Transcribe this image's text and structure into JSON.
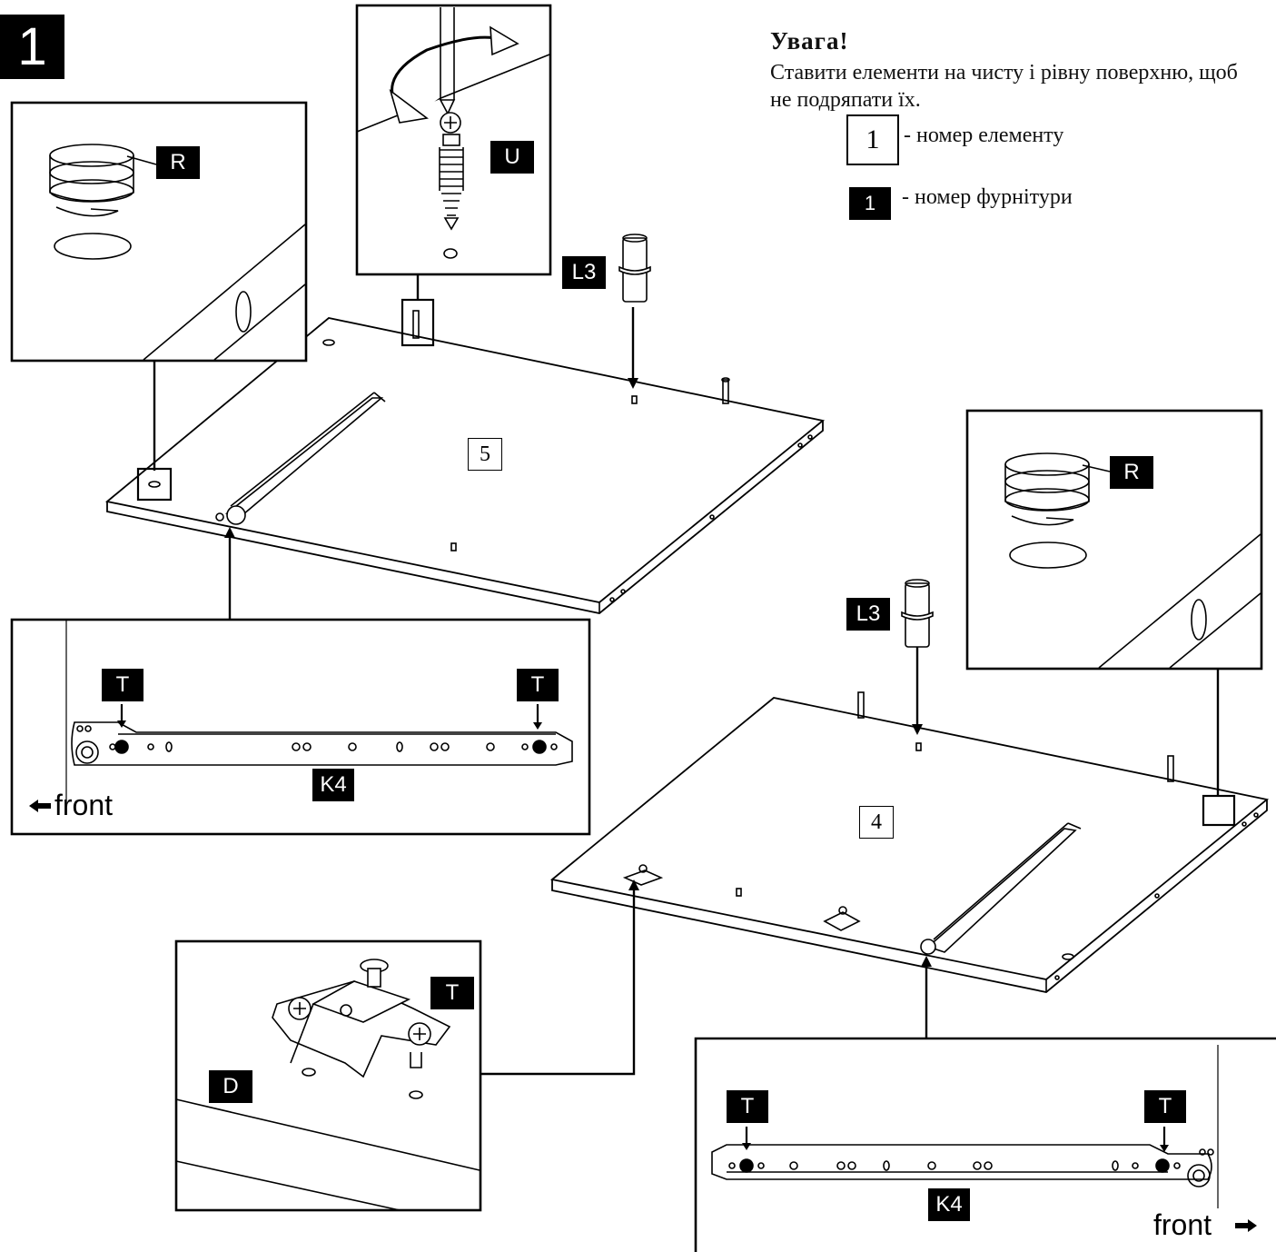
{
  "step": {
    "number": "1"
  },
  "note": {
    "title": "Увага!",
    "text": "Ставити елементи на чисту і рівну поверхню, щоб не подряпати їх."
  },
  "legend": {
    "element": {
      "symbol": "1",
      "text": "- номер елементу"
    },
    "fitting": {
      "symbol": "1",
      "text": "- номер фурнітури"
    }
  },
  "panels": {
    "top": "5",
    "bottom": "4"
  },
  "hardware": {
    "cam_lock_left": "R",
    "cam_lock_right": "R",
    "screw": "U",
    "dowel_top": "L3",
    "dowel_bottom": "L3",
    "bracket": "D",
    "bracket_screw": "T",
    "slide_left": "K4",
    "slide_right": "K4",
    "screw_left_1": "T",
    "screw_left_2": "T",
    "screw_right_1": "T",
    "screw_right_2": "T"
  },
  "front_left": "front",
  "front_right": "front"
}
